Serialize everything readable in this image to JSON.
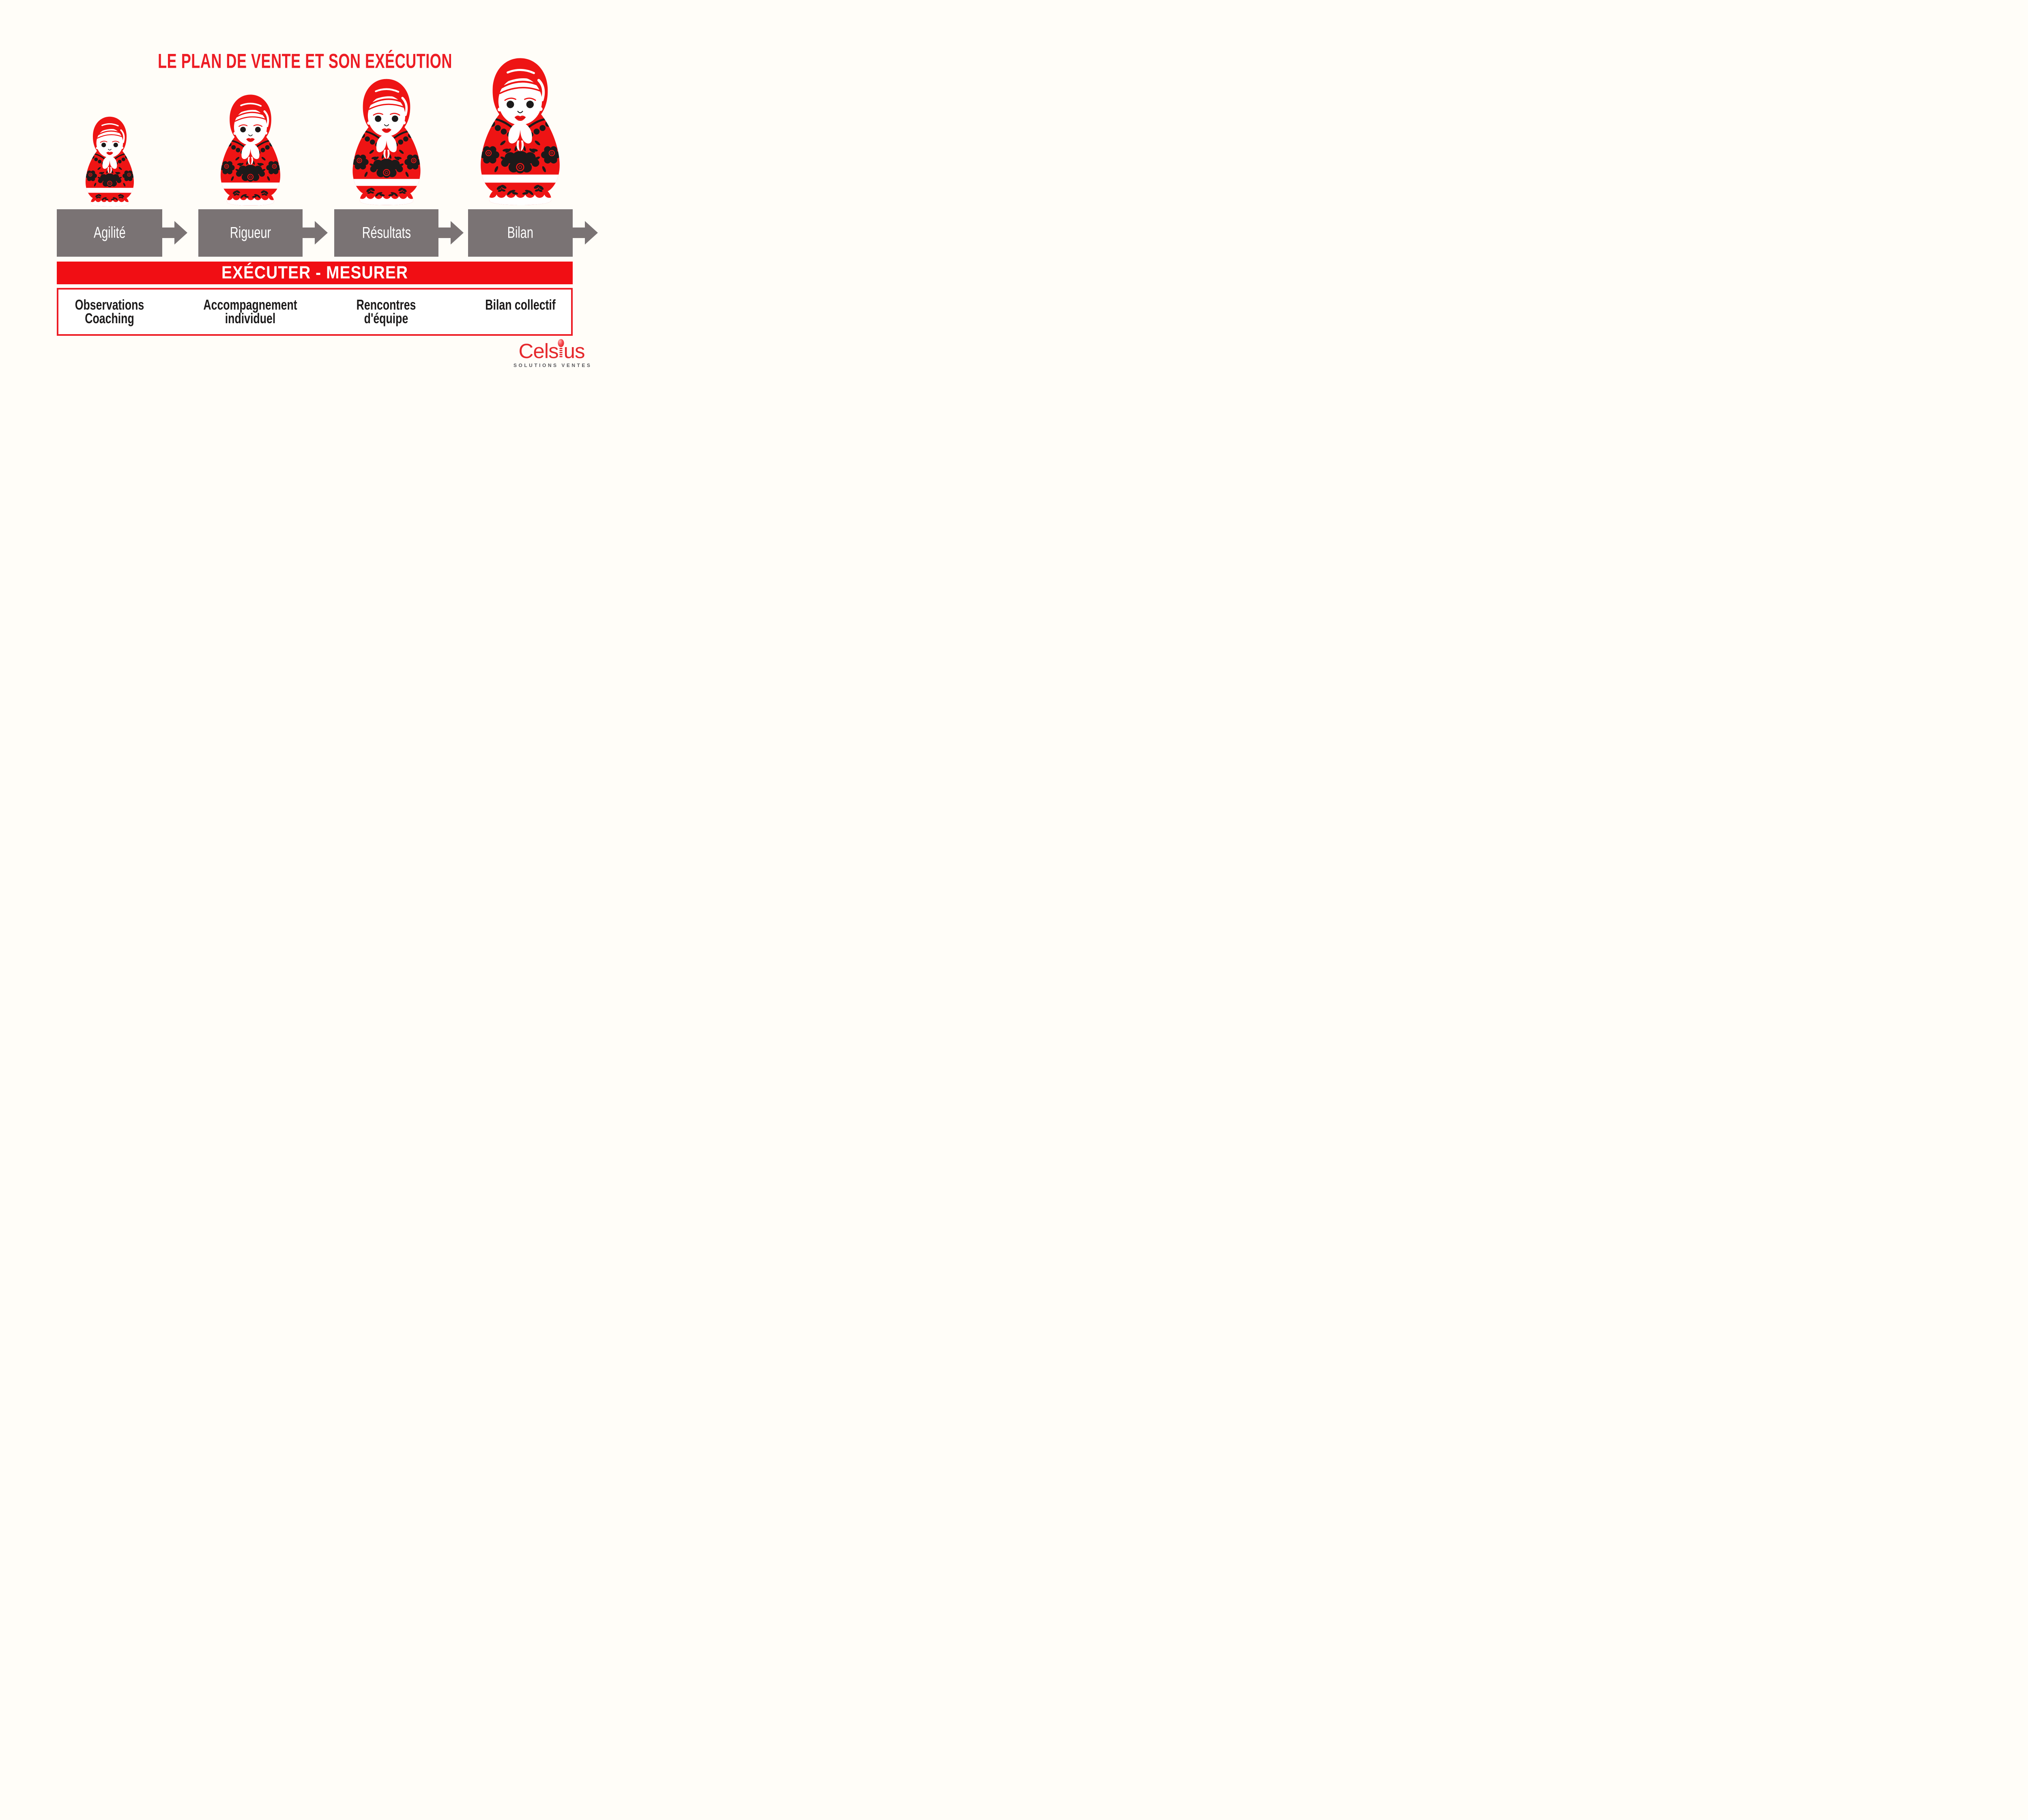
{
  "title": "LE PLAN DE VENTE ET SON EXÉCUTION",
  "banner": {
    "label": "EXÉCUTER - MESURER"
  },
  "stages": [
    {
      "label": "Agilité",
      "lines": [
        "Observations",
        "Coaching"
      ]
    },
    {
      "label": "Rigueur",
      "lines": [
        "Accompagnement",
        "individuel"
      ]
    },
    {
      "label": "Résultats",
      "lines": [
        "Rencontres",
        "d'équipe"
      ]
    },
    {
      "label": "Bilan",
      "lines": [
        "Bilan collectif"
      ]
    }
  ],
  "logo": {
    "wordmark": "Celsius",
    "word_left": "Cels",
    "word_right": "us",
    "tagline": "SOLUTIONS VENTES"
  },
  "icons": {
    "doll": "matryoshka-doll-icon",
    "arrow": "right-arrow-icon",
    "thermometer": "thermometer-icon"
  },
  "colors": {
    "red": "#ed1c24",
    "doll_red": "#ee1414",
    "banner_red": "#f10e14",
    "gray": "#7a7374",
    "note_text": "#1c1a1a",
    "logo_red": "#e5282c",
    "logo_gray": "#56565a",
    "background": "#fffdf8"
  }
}
